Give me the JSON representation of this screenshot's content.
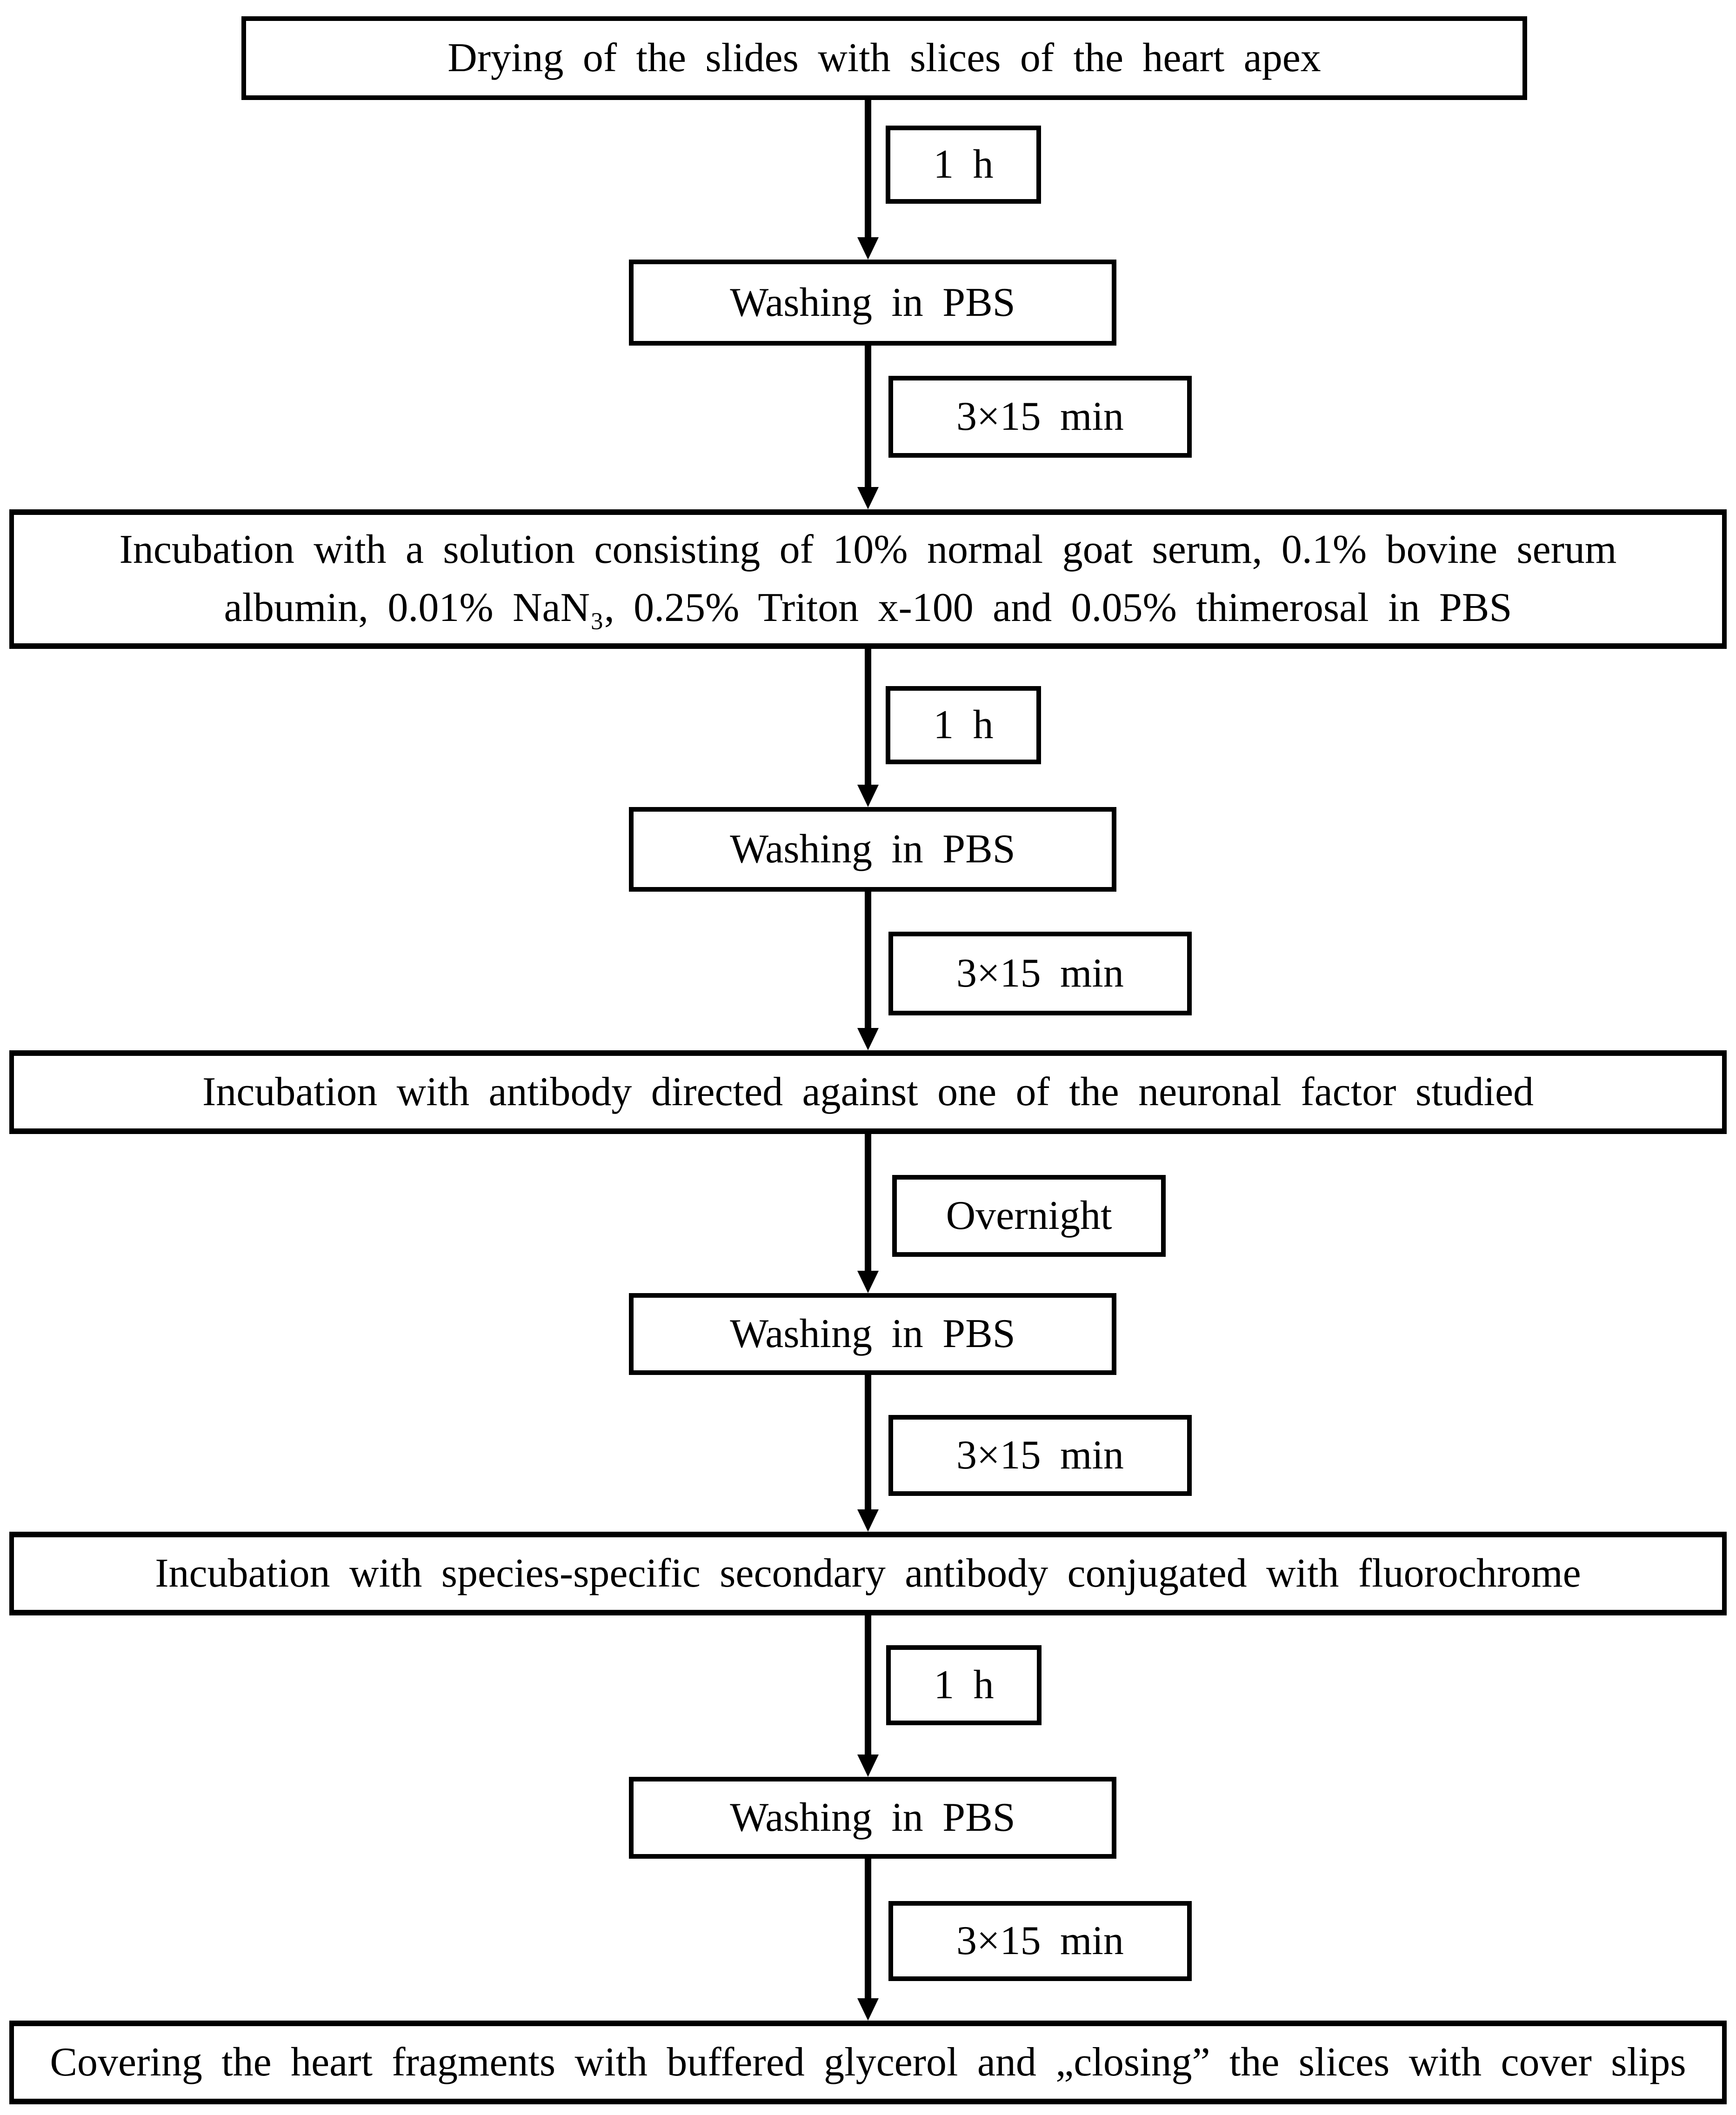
{
  "diagram": {
    "type": "flowchart",
    "direction": "top-down",
    "colors": {
      "background": "#ffffff",
      "box_border": "#000000",
      "text": "#000000",
      "arrow": "#000000"
    },
    "connector_glyph": "down-arrow",
    "steps": [
      {
        "text": "Drying of the slides with slices of the heart apex"
      },
      {
        "text": "Washing in PBS"
      },
      {
        "lines": [
          "Incubation with a solution consisting of 10% normal goat serum, 0.1% bovine serum",
          "albumin, 0.01% NaN₃, 0.25% Triton x-100 and 0.05% thimerosal in PBS"
        ]
      },
      {
        "text": "Washing in PBS"
      },
      {
        "text": "Incubation with antibody directed against one of the neuronal factor studied"
      },
      {
        "text": "Washing in PBS"
      },
      {
        "text": "Incubation with species-specific secondary antibody conjugated with fluorochrome"
      },
      {
        "text": "Washing in PBS"
      },
      {
        "text": "Covering the heart fragments with buffered glycerol and „closing” the slices with cover slips"
      }
    ],
    "transitions": [
      {
        "label": "1 h"
      },
      {
        "label": "3×15 min"
      },
      {
        "label": "1 h"
      },
      {
        "label": "3×15 min"
      },
      {
        "label": "Overnight"
      },
      {
        "label": "3×15 min"
      },
      {
        "label": "1 h"
      },
      {
        "label": "3×15 min"
      }
    ]
  }
}
